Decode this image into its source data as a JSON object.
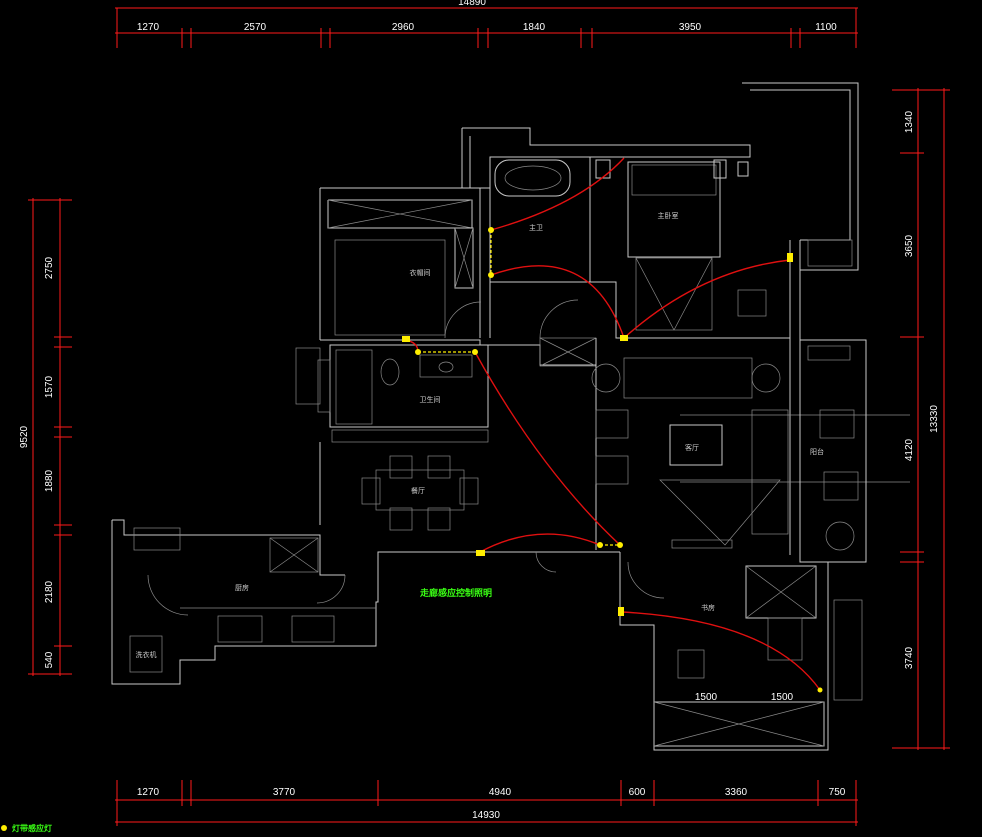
{
  "top_dims": {
    "total": "14890",
    "segments": [
      "1270",
      "2570",
      "2960",
      "1840",
      "3950",
      "1100"
    ]
  },
  "bottom_dims": {
    "total": "14930",
    "segments": [
      "1270",
      "3770",
      "4940",
      "600",
      "3360",
      "750"
    ]
  },
  "left_dims": {
    "total": "9520",
    "segments": [
      "2750",
      "1570",
      "1880",
      "2180",
      "540"
    ]
  },
  "right_dims": {
    "total": "13330",
    "segments": [
      "1340",
      "3650",
      "4120",
      "3740"
    ]
  },
  "inner_dims": [
    "1500",
    "1500"
  ],
  "rooms": {
    "master_bath": "主卫",
    "master_bedroom": "主卧室",
    "walk_in_closet": "衣帽间",
    "bathroom": "卫生间",
    "living_room": "客厅",
    "balcony": "阳台",
    "dining_room": "餐厅",
    "kitchen": "厨房",
    "study": "书房",
    "washer": "洗衣机"
  },
  "annotation": "走廊感应控制照明",
  "legend": "灯带感应灯",
  "colors": {
    "background": "#000000",
    "dimension_line": "#ff1a1a",
    "wire": "#e01010",
    "switch": "#ffee00",
    "annotation": "#39ff14"
  }
}
